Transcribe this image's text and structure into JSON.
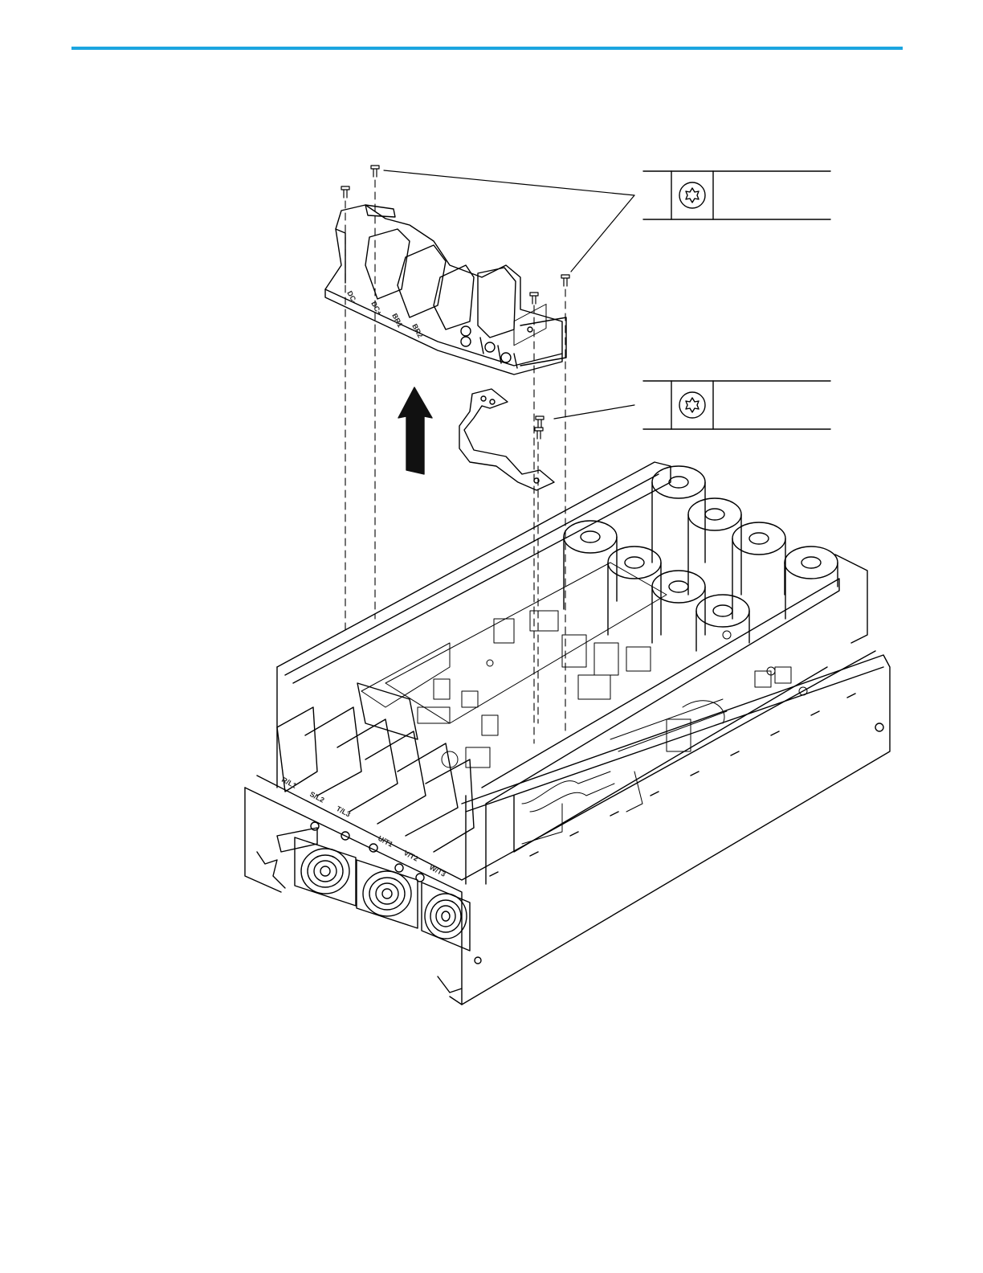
{
  "page": {
    "accent_color": "#1ba5e0",
    "line_color": "#000000"
  },
  "diagram": {
    "subject": "Removal of DC bus terminal block assembly and bus bar from drive chassis",
    "board_labels": [
      "DC-",
      "DC+",
      "BR1",
      "BR2"
    ],
    "power_terminals": [
      "R/L1",
      "S/L2",
      "T/L3",
      "U/T1",
      "V/T2",
      "W/T3"
    ],
    "arrow_direction": "up",
    "callouts": [
      {
        "id": "callout-top",
        "icon": "torx-icon",
        "text": ""
      },
      {
        "id": "callout-bottom",
        "icon": "torx-icon",
        "text": ""
      }
    ]
  }
}
